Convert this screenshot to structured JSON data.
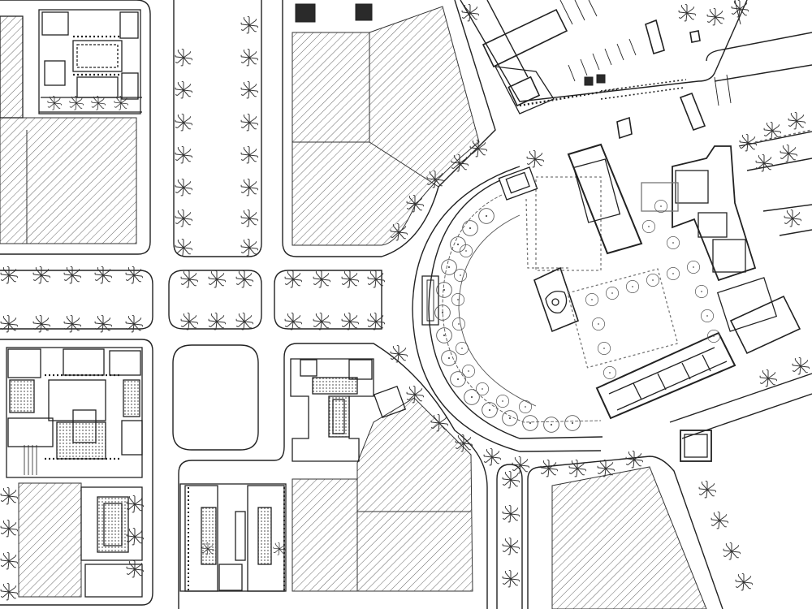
{
  "map": {
    "type": "architectural site plan",
    "colors": {
      "background": "#ffffff",
      "line": "#222222",
      "light_line": "#7a7a7a",
      "hatch": "#555555",
      "dark_fill": "#2a2a2a"
    },
    "hatched_lots": [
      {
        "id": "lot-nw-lower"
      },
      {
        "id": "lot-nw-upper"
      },
      {
        "id": "lot-north-center"
      },
      {
        "id": "lot-sw-lower"
      },
      {
        "id": "lot-south-center"
      },
      {
        "id": "lot-se"
      }
    ],
    "icons": {
      "tree": "palm-tree-icon",
      "round_tree": "round-tree-icon"
    }
  }
}
